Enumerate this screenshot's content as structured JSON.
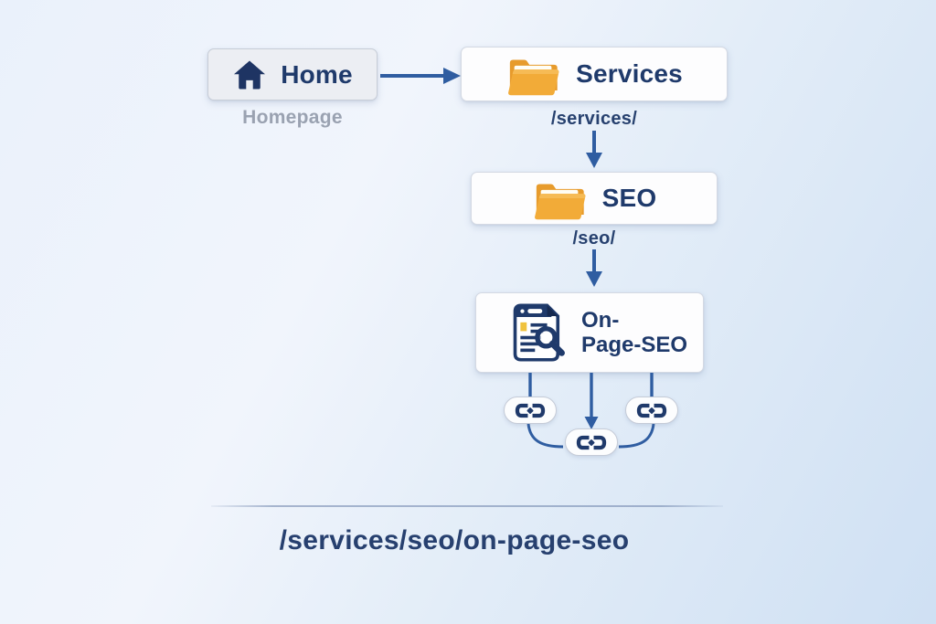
{
  "diagram": {
    "title_semantic": "website-url-structure",
    "nodes": {
      "home": {
        "label": "Home",
        "caption": "Homepage",
        "icon": "home-icon"
      },
      "services": {
        "label": "Services",
        "caption": "/services/",
        "icon": "folder-icon"
      },
      "seo": {
        "label": "SEO",
        "caption": "/seo/",
        "icon": "folder-icon"
      },
      "onpage": {
        "line1": "On-",
        "line2": "Page-SEO",
        "icon": "page-search-icon"
      }
    },
    "connectors": {
      "home_to_services": "arrow-right",
      "services_to_seo": "arrow-down",
      "seo_to_onpage": "arrow-down",
      "onpage_links_icon": "chain-link-icon"
    },
    "footer": {
      "url_path": "/services/seo/on-page-seo"
    },
    "colors": {
      "navy": "#1f3a6b",
      "arrow_blue": "#2f5da1",
      "folder_amber": "#f0a433",
      "caption_gray": "#9aa2b1",
      "background_blue": "#cfe0f3"
    }
  }
}
